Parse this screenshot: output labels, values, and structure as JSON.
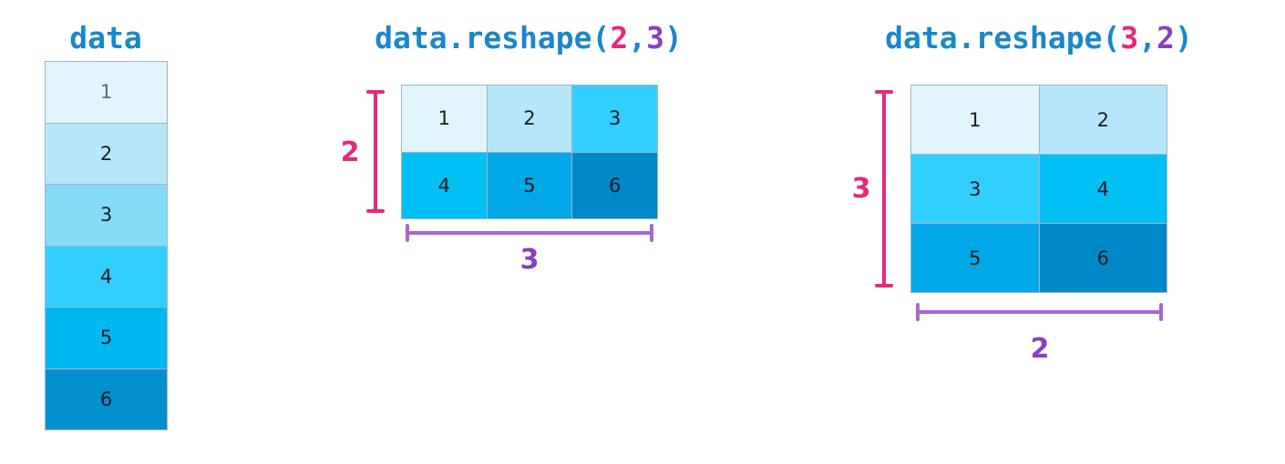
{
  "colors": {
    "title": "#1a87c9",
    "pink": "#e6287d",
    "purple": "#8a3fc0",
    "text": "#1d1d1d",
    "text_faint": "#5a6e7a"
  },
  "panel1": {
    "title": "data",
    "values": [
      "1",
      "2",
      "3",
      "4",
      "5",
      "6"
    ],
    "cell_colors": [
      "#e1f5fd",
      "#b6e6f9",
      "#86dbf7",
      "#31cfff",
      "#00b8f1",
      "#0090d0"
    ]
  },
  "panel2": {
    "title_prefix": "data.reshape(",
    "arg1": "2",
    "comma": ",",
    "arg2": "3",
    "title_suffix": ")",
    "values": [
      "1",
      "2",
      "3",
      "4",
      "5",
      "6"
    ],
    "cell_colors": [
      "#e1f5fd",
      "#b6e6f9",
      "#31cfff",
      "#00c0f3",
      "#00a8e8",
      "#0088c8"
    ],
    "rows_label": "2",
    "cols_label": "3"
  },
  "panel3": {
    "title_prefix": "data.reshape(",
    "arg1": "3",
    "comma": ",",
    "arg2": "2",
    "title_suffix": ")",
    "values": [
      "1",
      "2",
      "3",
      "4",
      "5",
      "6"
    ],
    "cell_colors": [
      "#e1f5fd",
      "#b6e6f9",
      "#31cfff",
      "#00c0f3",
      "#00a8e8",
      "#0088c8"
    ],
    "rows_label": "3",
    "cols_label": "2"
  }
}
